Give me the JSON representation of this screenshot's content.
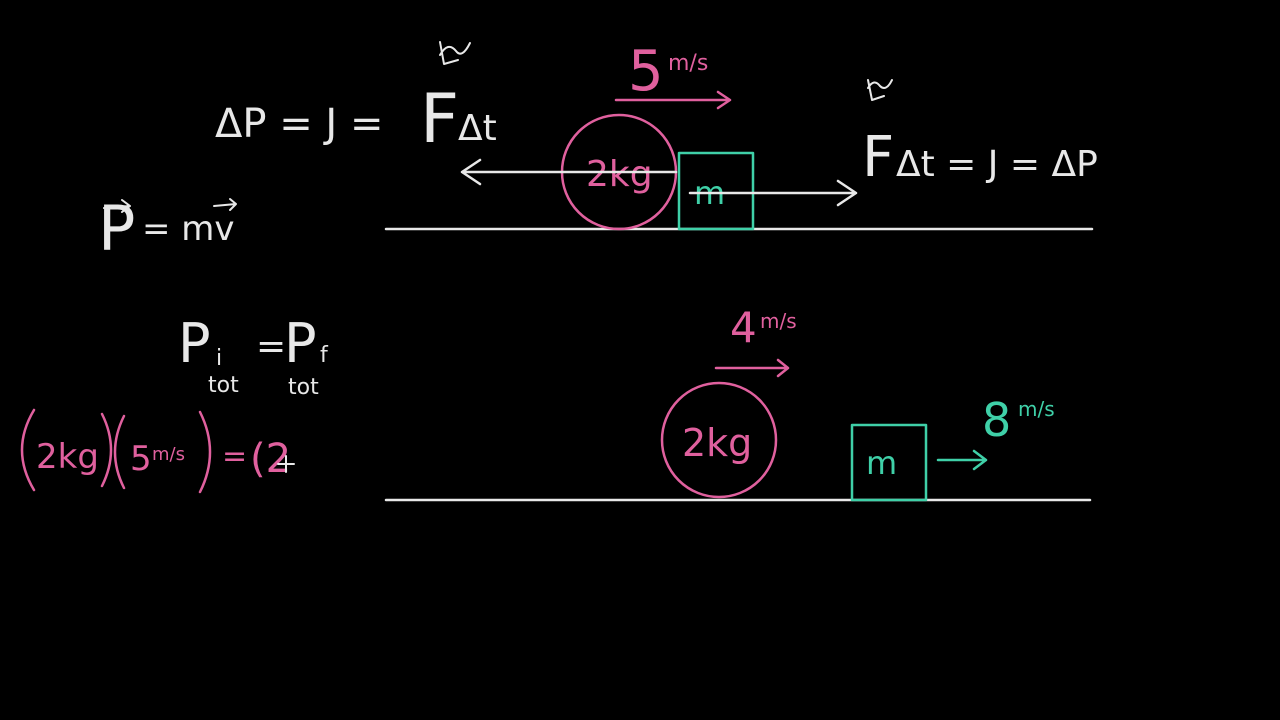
{
  "colors": {
    "background": "#000000",
    "chalk_white": "#e8e8e8",
    "pink": "#e0609e",
    "teal": "#3fd0a8"
  },
  "equations": {
    "impulse_left": "ΔP = J =",
    "force_left": "F",
    "delta_t_left": "Δt",
    "momentum_definition_lhs": "P",
    "momentum_definition_rhs": "= mv",
    "force_right": "F",
    "impulse_right": "Δt = J = ΔP",
    "conservation_lhs": "P",
    "conservation_lhs_sub_i": "i",
    "conservation_lhs_sub_tot": "tot",
    "conservation_eq": "=",
    "conservation_rhs": "P",
    "conservation_rhs_sub_f": "f",
    "conservation_rhs_sub_tot": "tot",
    "calc_mass": "2kg",
    "calc_velocity": "5",
    "calc_velocity_unit": "m/s",
    "calc_equals": "=",
    "calc_partial": "(2"
  },
  "before_collision": {
    "ball_label": "2kg",
    "ball_velocity": "5",
    "ball_velocity_unit": "m/s",
    "block_label": "m"
  },
  "after_collision": {
    "ball_label": "2kg",
    "ball_velocity": "4",
    "ball_velocity_unit": "m/s",
    "block_label": "m",
    "block_velocity": "8",
    "block_velocity_unit": "m/s"
  }
}
